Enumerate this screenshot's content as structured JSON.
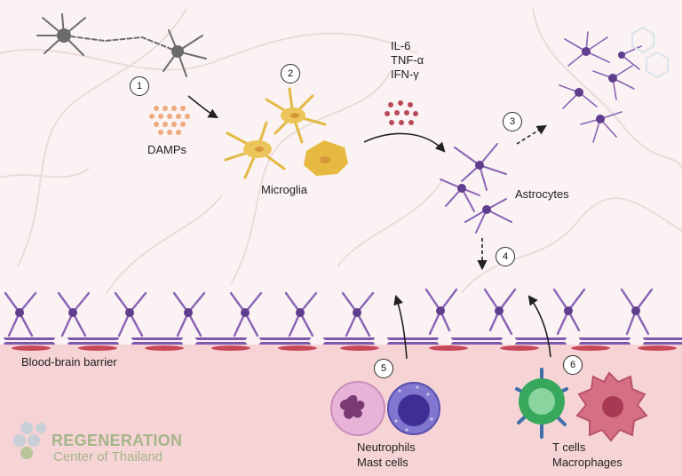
{
  "cytokines": [
    "IL-6",
    "TNF-α",
    "IFN-γ"
  ],
  "labels": {
    "damps": "DAMPs",
    "microglia": "Microglia",
    "astrocytes": "Astrocytes",
    "bbb": "Blood-brain barrier",
    "neutrophils": "Neutrophils",
    "mast": "Mast cells",
    "tcells": "T cells",
    "macrophages": "Macrophages"
  },
  "steps": [
    "1",
    "2",
    "3",
    "4",
    "5",
    "6"
  ],
  "logo": {
    "name": "REGENERATION",
    "tagline": "Center of Thailand"
  },
  "colors": {
    "brain_bg": "#fbf3f3",
    "blood_bg": "#f6d4d6",
    "astro": "#8a63b6",
    "astro_dark": "#5f3e8e",
    "microglia": "#e8c45a",
    "damps": "#f0a97c",
    "cytokine": "#b94a5a",
    "vessel": "#c7485a",
    "neutrophil": "#e7b3d9",
    "mast": "#6f61c4",
    "tcell": "#41b86a",
    "macrophage": "#d46f84"
  }
}
